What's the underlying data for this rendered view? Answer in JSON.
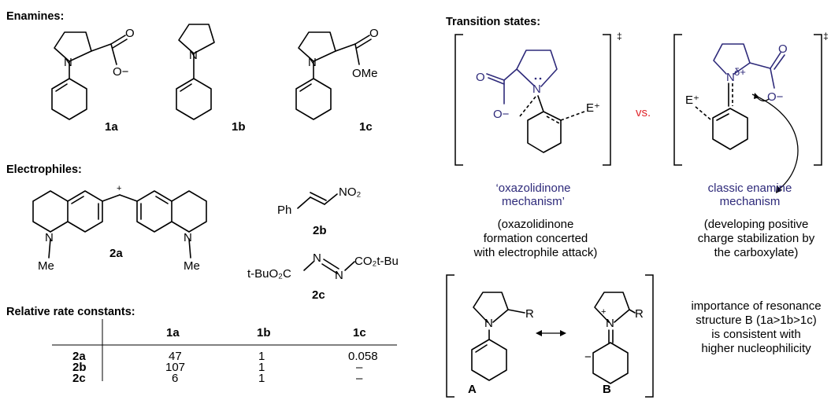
{
  "headings": {
    "enamines": "Enamines:",
    "electrophiles": "Electrophiles:",
    "relative_rates": "Relative rate constants:",
    "transition_states": "Transition states:"
  },
  "compounds": {
    "c1a": "1a",
    "c1b": "1b",
    "c1c": "1c",
    "c2a": "2a",
    "c2b": "2b",
    "c2c": "2c"
  },
  "atoms": {
    "N": "N",
    "O": "O",
    "O_minus": "O−",
    "OMe": "OMe",
    "Me": "Me",
    "plus": "+",
    "Ph": "Ph",
    "NO2": "NO₂",
    "R": "R",
    "E_plus": "E⁺",
    "delta_plus": "δ+",
    "minus": "−",
    "tBuO2C": "t-BuO₂C",
    "CO2tBu": "CO₂t-Bu",
    "dagger": "‡"
  },
  "rate_table": {
    "columns": [
      "",
      "1a",
      "1b",
      "1c"
    ],
    "rows": [
      [
        "2a",
        "47",
        "1",
        "0.058"
      ],
      [
        "2b",
        "107",
        "1",
        "–"
      ],
      [
        "2c",
        "6",
        "1",
        "–"
      ]
    ]
  },
  "ts": {
    "vs": "vs.",
    "oxaz_label": [
      "‘oxazolidinone",
      "mechanism’"
    ],
    "oxaz_note": [
      "(oxazolidinone",
      "formation concerted",
      "with electrophile attack)"
    ],
    "classic_label": [
      "classic enamine",
      "mechanism"
    ],
    "classic_note": [
      "(developing positive",
      "charge stabilization by",
      "the carboxylate)"
    ],
    "res_A": "A",
    "res_B": "B",
    "importance_note": [
      "importance of resonance",
      "structure B (1a>1b>1c)",
      "is consistent with",
      "higher nucleophilicity"
    ]
  },
  "colors": {
    "mechanism_blue": "#2e2a7a",
    "vs_red": "#e0282e"
  }
}
